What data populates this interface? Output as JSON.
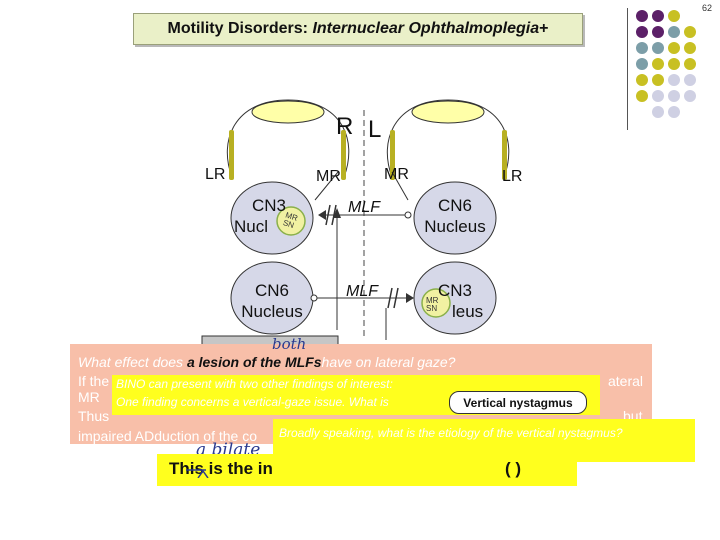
{
  "page_number": "62",
  "title": {
    "plain": "Motility Disorders: ",
    "italic": "Internuclear Ophthalmoplegia",
    "suffix": "+"
  },
  "palette": {
    "purple": "#5c2068",
    "teal": "#7c9ea8",
    "olive": "#c8c023",
    "lavender": "#cfd0e3"
  },
  "diagram": {
    "side_r": "R",
    "side_l": "L",
    "lr_left": "LR",
    "lr_right": "LR",
    "mr_left": "MR",
    "mr_right": "MR",
    "cn3_left_l1": "CN3",
    "cn3_left_l2": "Nucl",
    "cn6_right_l1": "CN6",
    "cn6_right_l2": "Nucleus",
    "cn6_left_l1": "CN6",
    "cn6_left_l2": "Nucleus",
    "cn3_right_l1": "CN3",
    "cn3_right_l2": "leus",
    "mlf_top": "MLF",
    "mlf_bottom": "MLF",
    "mrsn_left_1": "MR",
    "mrsn_left_2": "SN",
    "mrsn_right_1": "MR",
    "mrsn_right_2": "SN"
  },
  "question": {
    "prefix": "What effect does ",
    "bold": "a lesion of the MLFs",
    "suffix": "have on lateral gaze?"
  },
  "pink_lines": [
    "If the",
    "MR",
    "Thus",
    "impaired ADduction of the co"
  ],
  "pink_line_tails": [
    "ateral",
    "but"
  ],
  "popup1": {
    "line1": "BINO can present with two other findings of interest:",
    "line2": "One finding concerns a vertical-gaze issue. What is",
    "answer": "Vertical nystagmus"
  },
  "popup2": {
    "question": "Broadly speaking, what is the etiology of the vertical nystagmus?"
  },
  "conclusion": {
    "text": "This is the in",
    "suffix": "(    )"
  },
  "handwriting": {
    "both": "both",
    "bilateral": "a bilate"
  }
}
